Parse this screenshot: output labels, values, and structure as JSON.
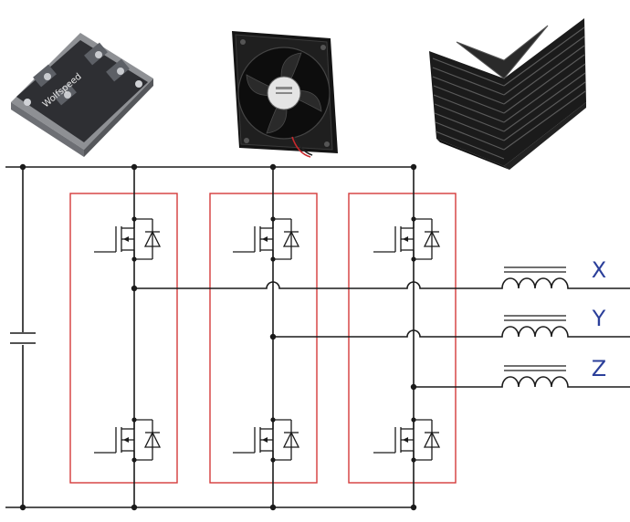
{
  "colors": {
    "wire": "#1a1a1a",
    "leg_box": "#d43a3a",
    "phase_label": "#2b3f9a",
    "heatsink": "#1b1b1b"
  },
  "images": {
    "power_module": {
      "icon": "power-module-picture",
      "brand_text": "Wolfspeed"
    },
    "cooling_fan": {
      "icon": "cooling-fan-picture"
    },
    "heatsink": {
      "icon": "heatsink-picture"
    }
  },
  "circuit": {
    "dc_link": {
      "icon": "capacitor-symbol"
    },
    "legs": [
      {
        "id": "leg-1",
        "switches": [
          "high-side-mosfet",
          "low-side-mosfet"
        ]
      },
      {
        "id": "leg-2",
        "switches": [
          "high-side-mosfet",
          "low-side-mosfet"
        ]
      },
      {
        "id": "leg-3",
        "switches": [
          "high-side-mosfet",
          "low-side-mosfet"
        ]
      }
    ],
    "outputs": [
      {
        "label": "X",
        "icon": "filter-inductor-symbol"
      },
      {
        "label": "Y",
        "icon": "filter-inductor-symbol"
      },
      {
        "label": "Z",
        "icon": "filter-inductor-symbol"
      }
    ]
  }
}
